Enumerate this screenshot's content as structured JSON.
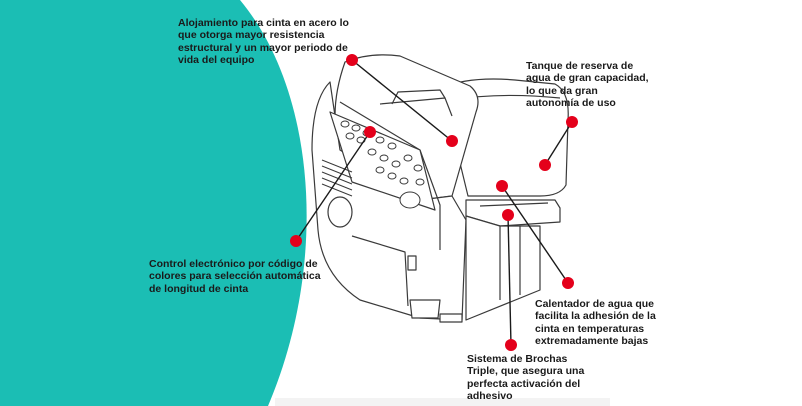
{
  "colors": {
    "teal_panel": "#1BBEB4",
    "marker": "#E4001B",
    "line": "#1a1a1a",
    "drawing_stroke": "#3a3a3a"
  },
  "icons": {
    "callout_marker": "red-dot-icon",
    "machine": "tape-dispenser-drawing"
  },
  "callouts": {
    "housing": "Alojamiento para cinta en acero lo\nque otorga mayor resistencia\nestructural y un mayor periodo de\nvida del equipo",
    "tank": "Tanque de reserva de\nagua de gran capacidad,\nlo que da gran\nautonomía de uso",
    "control": "Control electrónico por código de\ncolores para selección automática\nde longitud de cinta",
    "heater": "Calentador de agua que\nfacilita la adhesión de la\ncinta en temperaturas\nextremadamente bajas",
    "brushes": "Sistema de Brochas\nTriple, que asegura una\nperfecta activación del\nadhesivo"
  }
}
